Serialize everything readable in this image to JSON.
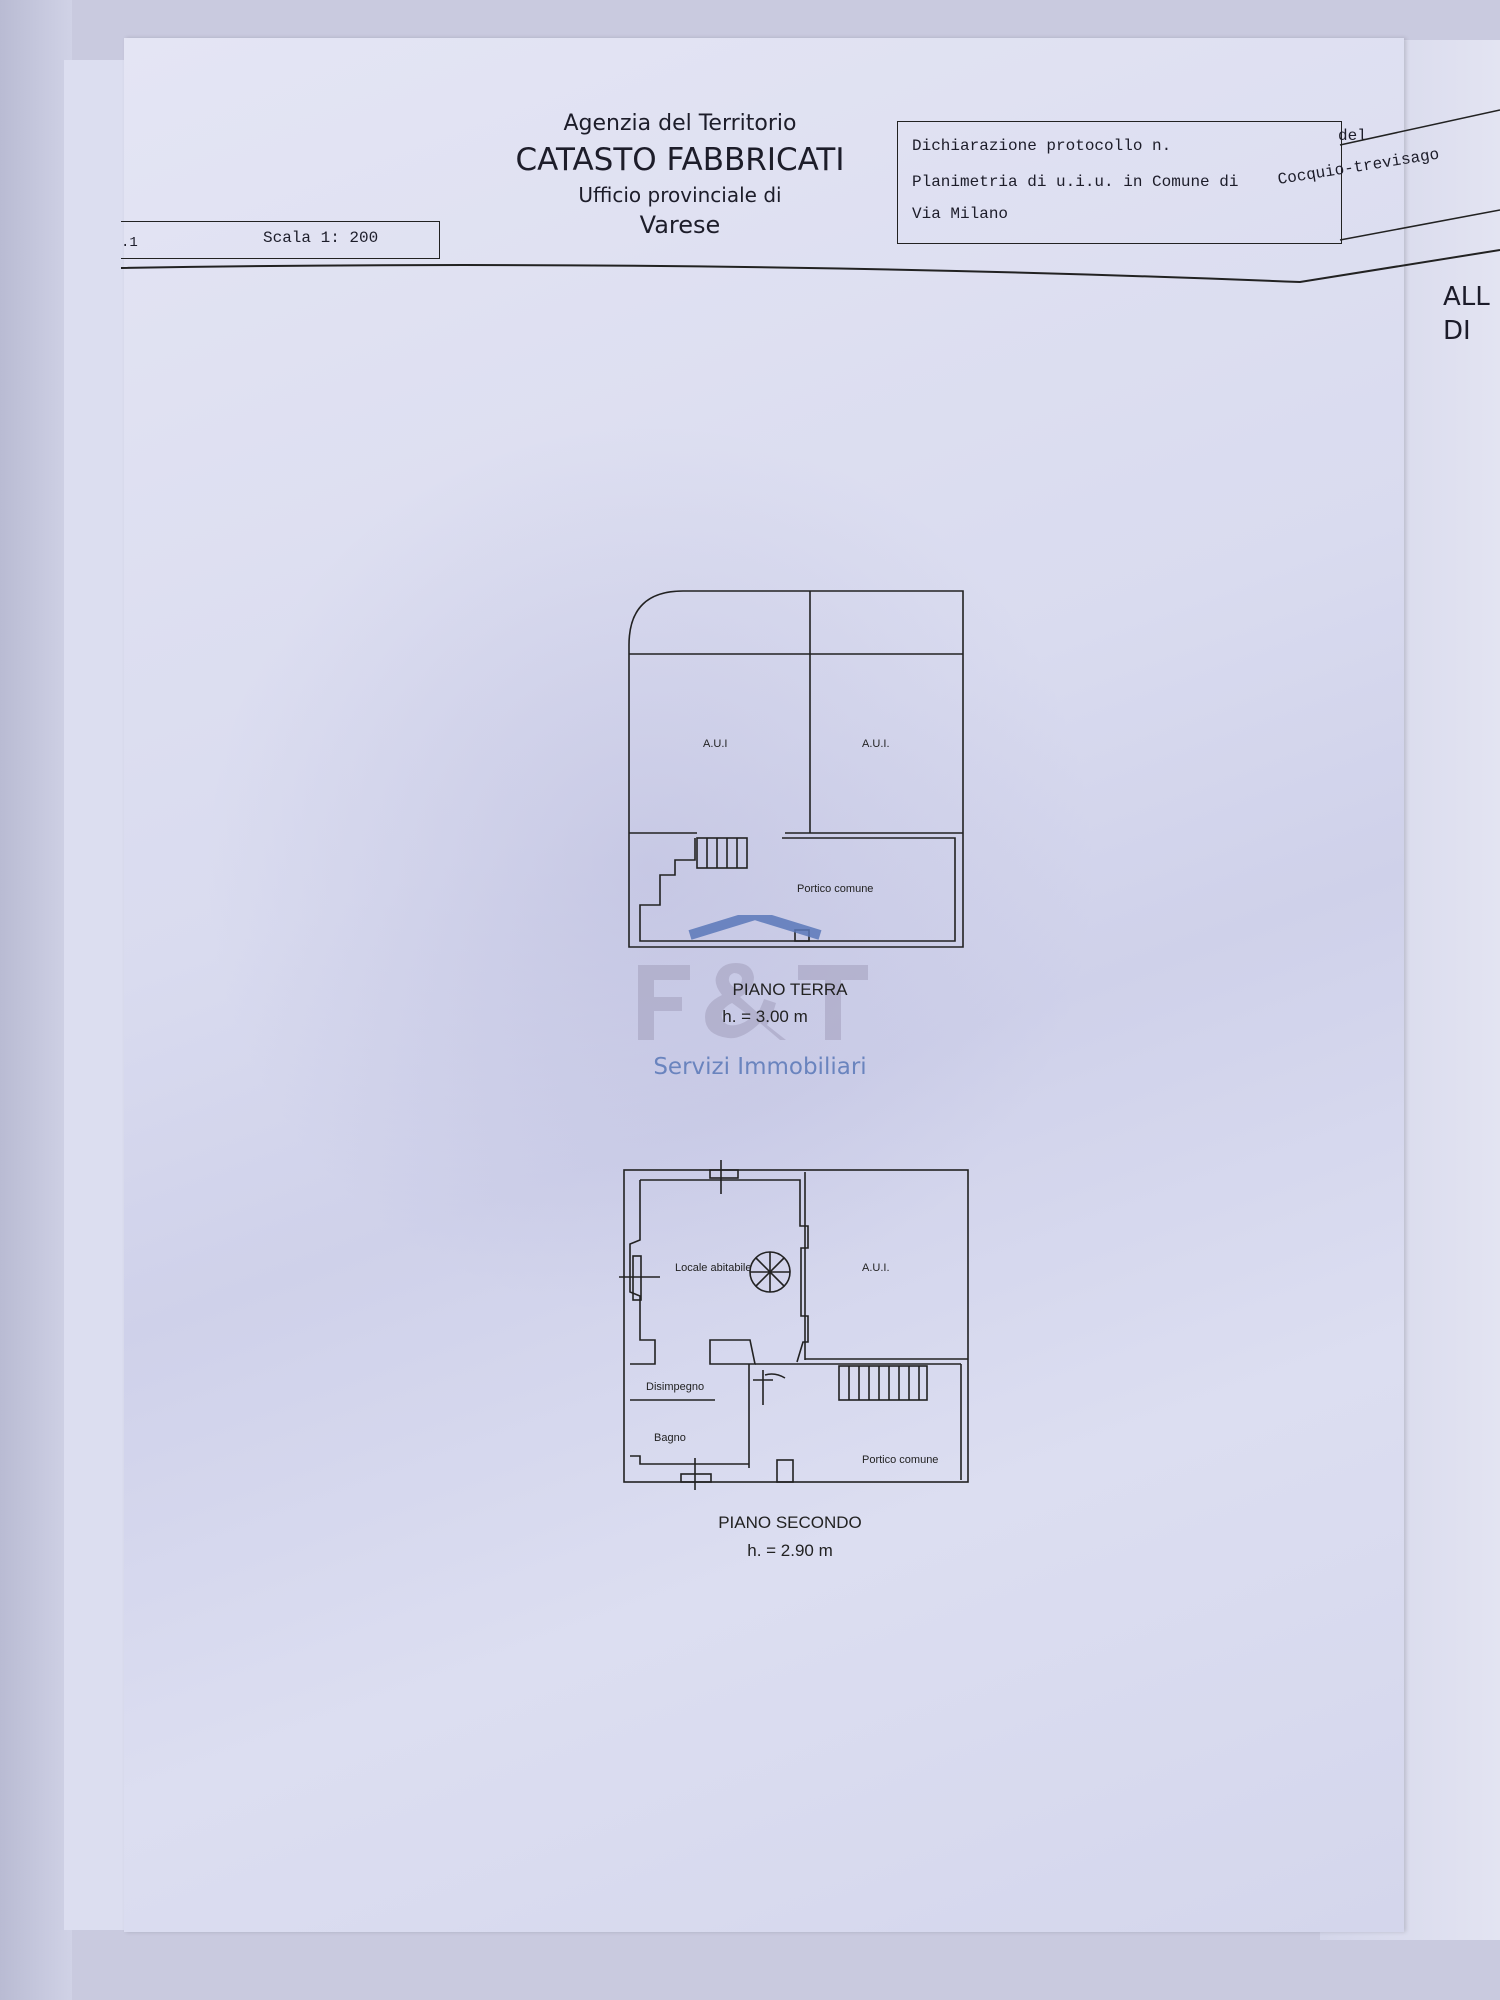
{
  "header": {
    "agency": "Agenzia del Territorio",
    "title": "CATASTO FABBRICATI",
    "office": "Ufficio provinciale di",
    "province": "Varese"
  },
  "sheet_ref": {
    "sheet_number": ".1",
    "scale": "Scala 1: 200"
  },
  "declaration": {
    "protocol_label": "Dichiarazione protocollo n.",
    "date_label": "del",
    "plan_label": "Planimetria di u.i.u. in Comune di",
    "municipality": "Cocquio-trevisago",
    "address": "Via Milano"
  },
  "side_note": [
    "ALL",
    "DI"
  ],
  "floors": [
    {
      "name": "PIANO TERRA",
      "height": "h. = 3.00 m",
      "rooms": [
        "A.U.I",
        "A.U.I.",
        "Portico comune"
      ]
    },
    {
      "name": "PIANO SECONDO",
      "height": "h. = 2.90 m",
      "rooms": [
        "Locale abitabile",
        "A.U.I.",
        "Disimpegno",
        "Bagno",
        "Portico comune"
      ]
    }
  ],
  "watermark": {
    "logo": "F&T",
    "tagline": "Servizi Immobiliari",
    "color": "#5a78b8"
  }
}
